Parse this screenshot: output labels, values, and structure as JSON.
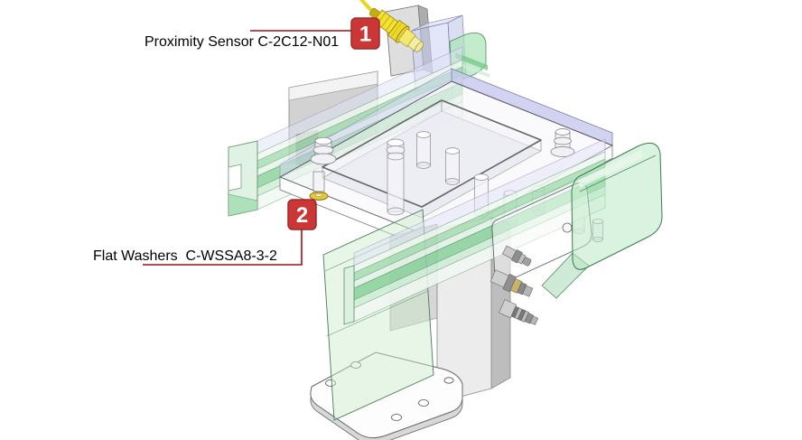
{
  "diagram": {
    "background": "#ffffff",
    "callouts": [
      {
        "number": "1",
        "label": "Proximity Sensor C-2C12-N01"
      },
      {
        "number": "2",
        "label": "Flat Washers  C-WSSA8-3-2"
      }
    ],
    "colors": {
      "callout_fill": "#cb3737",
      "callout_border": "#9c2b2b",
      "leader_red": "#a11212",
      "sensor_yellow": "#f4e132",
      "washer_gold": "#e6c93a",
      "rail_green": "#8ad29b",
      "plate_lavender": "#c5c8ee",
      "metal_gray": "#d2d2d2"
    }
  }
}
